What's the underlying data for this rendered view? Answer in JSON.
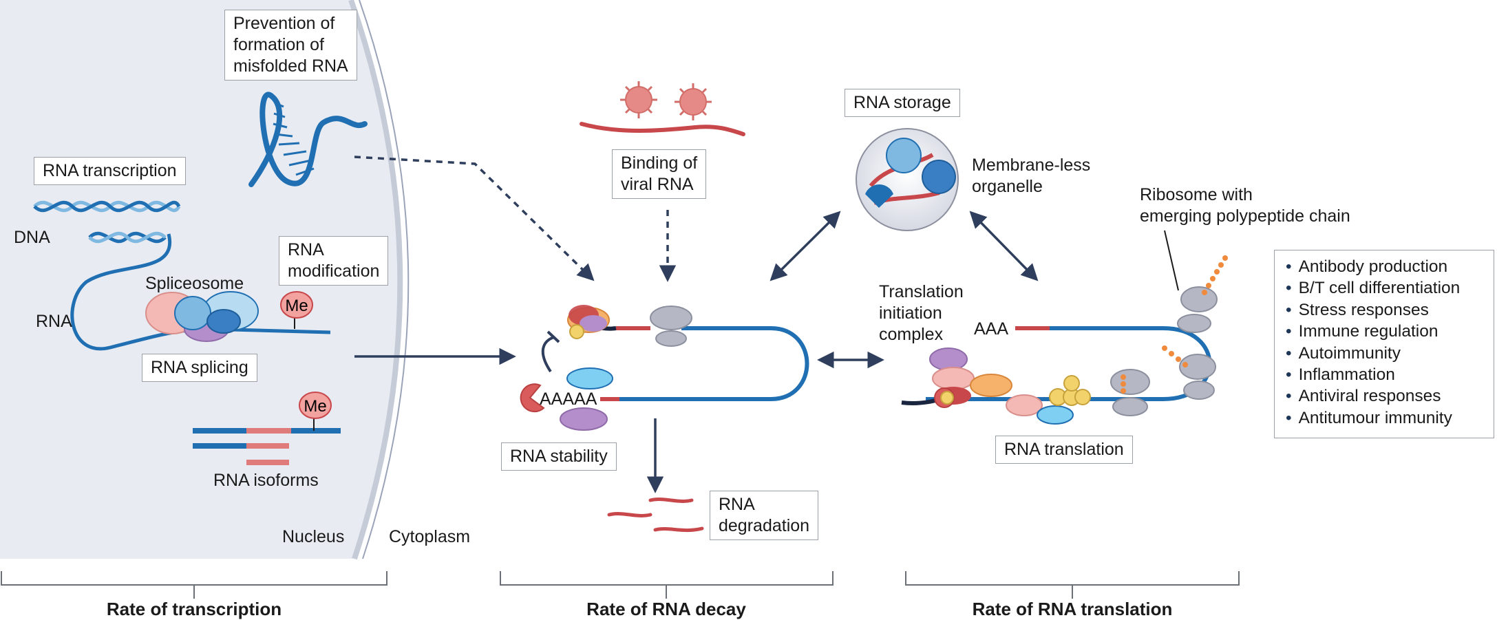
{
  "compartments": {
    "nucleus": "Nucleus",
    "cytoplasm": "Cytoplasm"
  },
  "labels": {
    "misfolded": [
      "Prevention of",
      "formation of",
      "misfolded RNA"
    ],
    "transcription": "RNA transcription",
    "dna": "DNA",
    "rna": "RNA",
    "spliceosome": "Spliceosome",
    "modification": [
      "RNA",
      "modification"
    ],
    "splicing": "RNA splicing",
    "me": "Me",
    "isoforms": "RNA isoforms",
    "viral": [
      "Binding of",
      "viral RNA"
    ],
    "storage": "RNA storage",
    "organelle": [
      "Membrane-less",
      "organelle"
    ],
    "ribosome": [
      "Ribosome with",
      "emerging polypeptide chain"
    ],
    "initiation": [
      "Translation",
      "initiation",
      "complex"
    ],
    "aaa": "AAA",
    "aaaaa": "AAAAA",
    "stability": "RNA stability",
    "degradation": [
      "RNA",
      "degradation"
    ],
    "translation": "RNA translation"
  },
  "rates": [
    "Rate of transcription",
    "Rate of RNA decay",
    "Rate of RNA translation"
  ],
  "outcomes": [
    "Antibody production",
    "B/T cell differentiation",
    "Stress responses",
    "Immune regulation",
    "Autoimmunity",
    "Inflammation",
    "Antiviral responses",
    "Antitumour immunity"
  ],
  "colors": {
    "nucleus_fill": "#e8ebf2",
    "rna_blue": "#1f6fb2",
    "rna_red": "#c8474a",
    "arrow": "#2e3e5c",
    "methyl": "#f2a3a0",
    "ribosome": "#b5b8c4",
    "virus": "#e58a86"
  }
}
